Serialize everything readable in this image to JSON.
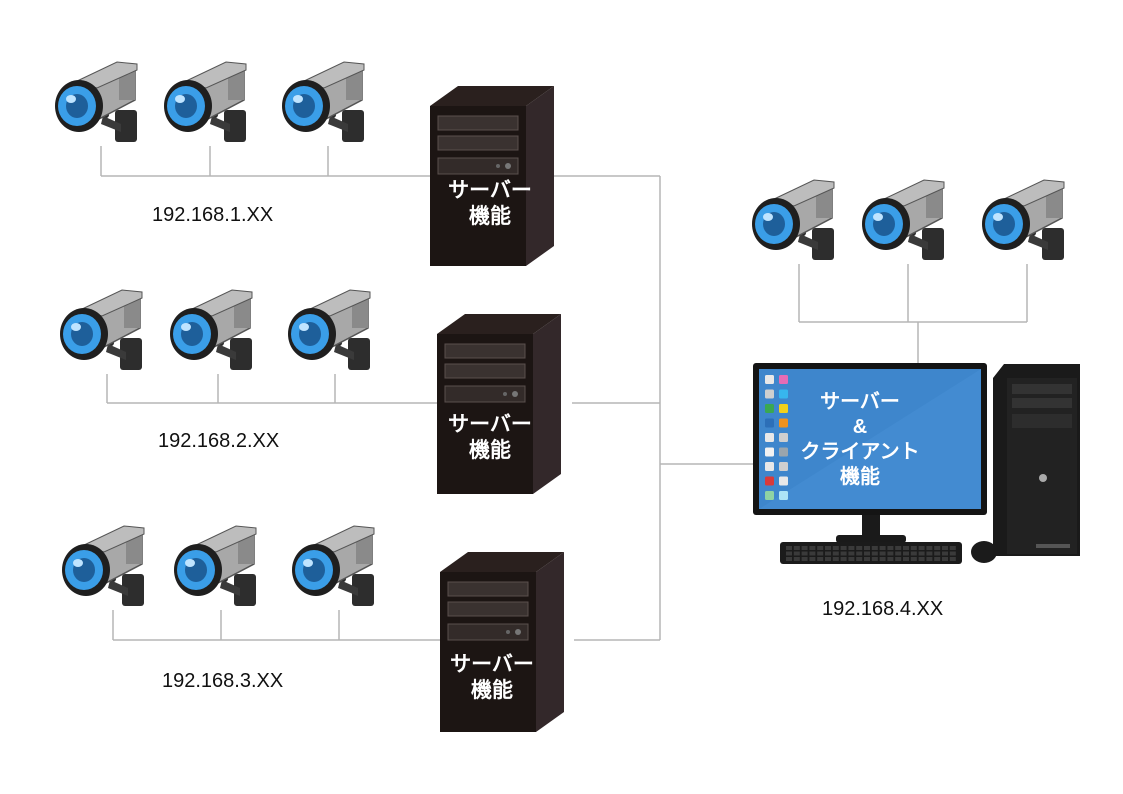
{
  "colors": {
    "camera_lens": "#3a9ee8",
    "camera_body": "#a8a8a8",
    "server_body": "#221a18",
    "monitor_screen": "#3e86cc",
    "line": "#b5b5b5"
  },
  "groups": [
    {
      "ip": "192.168.1.XX",
      "server_label": [
        "サーバー",
        "機能"
      ]
    },
    {
      "ip": "192.168.2.XX",
      "server_label": [
        "サーバー",
        "機能"
      ]
    },
    {
      "ip": "192.168.3.XX",
      "server_label": [
        "サーバー",
        "機能"
      ]
    }
  ],
  "client": {
    "ip": "192.168.4.XX",
    "screen_label": [
      "サーバー",
      "&",
      "クライアント",
      "機能"
    ]
  },
  "icons": {
    "camera": "security-camera-icon",
    "server": "server-tower-icon",
    "desktop": "desktop-pc-icon"
  }
}
